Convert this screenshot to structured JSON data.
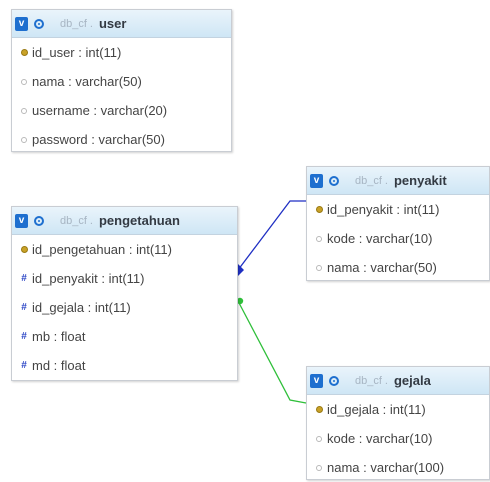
{
  "colors": {
    "header_gradient_top": "#eaf4fb",
    "header_gradient_bottom": "#cfe6f5",
    "accent_blue": "#1e6fcf",
    "relation_blue": "#1f2fc3",
    "relation_green": "#2fbf3a",
    "key_icon": "#c9a227",
    "fk_icon": "#2d47c6"
  },
  "tables": {
    "user": {
      "db": "db_cf",
      "name": "user",
      "columns": [
        {
          "text": "id_user : int(11)",
          "icon": "key-icon"
        },
        {
          "text": "nama : varchar(50)",
          "icon": "column-icon"
        },
        {
          "text": "username : varchar(20)",
          "icon": "column-icon"
        },
        {
          "text": "password : varchar(50)",
          "icon": "column-icon"
        }
      ]
    },
    "pengetahuan": {
      "db": "db_cf",
      "name": "pengetahuan",
      "columns": [
        {
          "text": "id_pengetahuan : int(11)",
          "icon": "key-icon"
        },
        {
          "text": "id_penyakit : int(11)",
          "icon": "foreign-key-icon"
        },
        {
          "text": "id_gejala : int(11)",
          "icon": "foreign-key-icon"
        },
        {
          "text": "mb : float",
          "icon": "foreign-key-icon"
        },
        {
          "text": "md : float",
          "icon": "foreign-key-icon"
        }
      ]
    },
    "penyakit": {
      "db": "db_cf",
      "name": "penyakit",
      "columns": [
        {
          "text": "id_penyakit : int(11)",
          "icon": "key-icon"
        },
        {
          "text": "kode : varchar(10)",
          "icon": "column-icon"
        },
        {
          "text": "nama : varchar(50)",
          "icon": "column-icon"
        }
      ]
    },
    "gejala": {
      "db": "db_cf",
      "name": "gejala",
      "columns": [
        {
          "text": "id_gejala : int(11)",
          "icon": "key-icon"
        },
        {
          "text": "kode : varchar(10)",
          "icon": "column-icon"
        },
        {
          "text": "nama : varchar(100)",
          "icon": "column-icon"
        }
      ]
    }
  },
  "relations": [
    {
      "from": "pengetahuan.id_penyakit",
      "to": "penyakit.id_penyakit",
      "color": "#1f2fc3"
    },
    {
      "from": "pengetahuan.id_gejala",
      "to": "gejala.id_gejala",
      "color": "#2fbf3a"
    }
  ]
}
